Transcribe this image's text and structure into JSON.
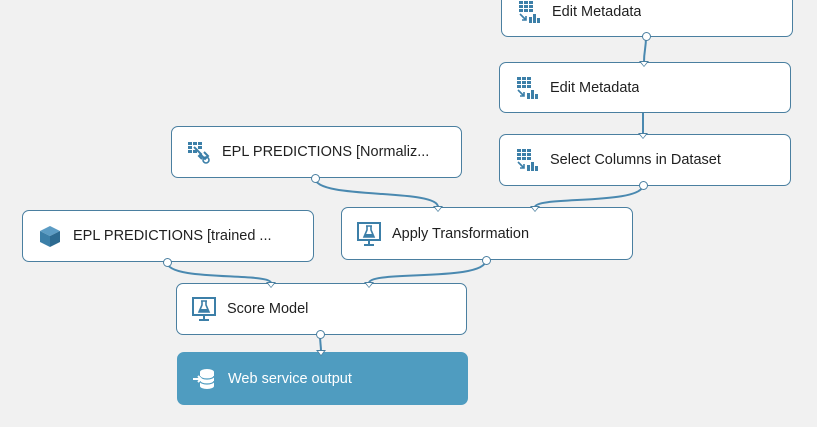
{
  "nodes": {
    "edit_metadata_1": {
      "label": "Edit Metadata",
      "icon": "table-edit-icon"
    },
    "edit_metadata_2": {
      "label": "Edit Metadata",
      "icon": "table-edit-icon"
    },
    "select_columns": {
      "label": "Select Columns in Dataset",
      "icon": "table-edit-icon"
    },
    "epl_normalize": {
      "label": "EPL PREDICTIONS [Normaliz...",
      "icon": "transform-icon"
    },
    "epl_trained": {
      "label": "EPL PREDICTIONS [trained ...",
      "icon": "cube-icon"
    },
    "apply_transformation": {
      "label": "Apply Transformation",
      "icon": "flask-monitor-icon"
    },
    "score_model": {
      "label": "Score Model",
      "icon": "flask-monitor-icon"
    },
    "web_service_output": {
      "label": "Web service output",
      "icon": "database-output-icon"
    }
  },
  "colors": {
    "canvas": "#f1f1f1",
    "node_border": "#4a7fa0",
    "wire": "#4a89b0",
    "icon": "#3c7fa8",
    "output_fill": "#4f9cc0"
  }
}
